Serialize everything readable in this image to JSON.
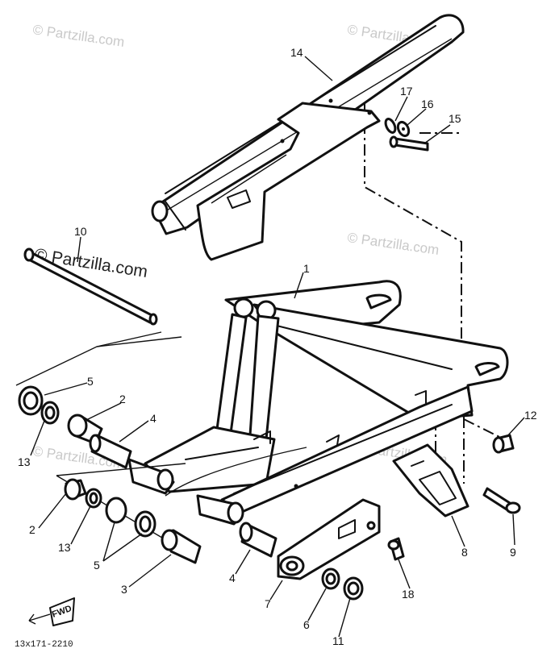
{
  "watermark": {
    "text": "© Partzilla.com",
    "color": "#c9c9c9"
  },
  "callouts": [
    {
      "id": "c14",
      "label": "14"
    },
    {
      "id": "c17",
      "label": "17"
    },
    {
      "id": "c16",
      "label": "16"
    },
    {
      "id": "c15",
      "label": "15"
    },
    {
      "id": "c10",
      "label": "10"
    },
    {
      "id": "c1",
      "label": "1"
    },
    {
      "id": "c5a",
      "label": "5"
    },
    {
      "id": "c2a",
      "label": "2"
    },
    {
      "id": "c4a",
      "label": "4"
    },
    {
      "id": "c13a",
      "label": "13"
    },
    {
      "id": "c12",
      "label": "12"
    },
    {
      "id": "c2b",
      "label": "2"
    },
    {
      "id": "c13b",
      "label": "13"
    },
    {
      "id": "c5b",
      "label": "5"
    },
    {
      "id": "c3",
      "label": "3"
    },
    {
      "id": "c4b",
      "label": "4"
    },
    {
      "id": "c7",
      "label": "7"
    },
    {
      "id": "c6",
      "label": "6"
    },
    {
      "id": "c11",
      "label": "11"
    },
    {
      "id": "c18",
      "label": "18"
    },
    {
      "id": "c8",
      "label": "8"
    },
    {
      "id": "c9",
      "label": "9"
    }
  ],
  "direction_marker": "FWD",
  "diagram_code": "13x171-2210"
}
